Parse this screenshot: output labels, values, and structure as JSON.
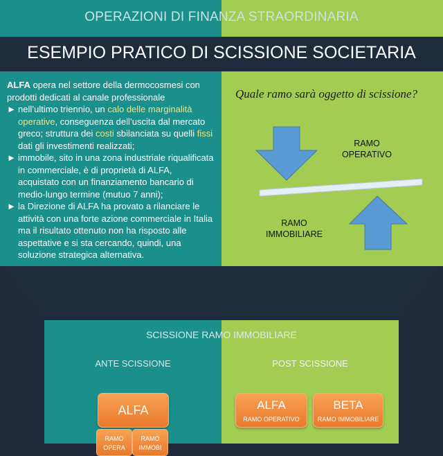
{
  "header": {
    "title": "OPERAZIONI DI FINANZA STRAORDINARIA"
  },
  "main_title": "ESEMPIO PRATICO DI SCISSIONE SOCIETARIA",
  "intro": {
    "company": "ALFA",
    "text": " opera nel settore della dermocosmesi con prodotti dedicati al canale professionale"
  },
  "bullets": {
    "marker": "►",
    "b1_part1": "nell’ultimo triennio, un ",
    "b1_hl1": "calo delle marginalità operative",
    "b1_part2": ", conseguenza dell’uscita dal mercato greco; struttura dei ",
    "b1_hl2": "costi",
    "b1_part3": " sbilanciata su quelli ",
    "b1_hl3": "fissi",
    "b1_part4": " dati gli investimenti realizzati;",
    "b2": "immobile, sito in una zona industriale riqualificata in commerciale, è di proprietà di ALFA, acquistato con un finanziamento bancario di medio-lungo termine (mutuo 7 anni);",
    "b3": "la Direzione di ALFA ha provato a rilanciare le attività con una forte azione commerciale in Italia ma il risultato ottenuto non ha risposto alle aspettative e si sta cercando, quindi, una soluzione strategica alternativa."
  },
  "question": "Quale ramo sarà oggetto di scissione?",
  "labels": {
    "ramo_operativo": "RAMO OPERATIVO",
    "ramo_immobiliare": "RAMO IMMOBILIARE"
  },
  "bottom": {
    "title": "SCISSIONE RAMO IMMOBILIARE",
    "ante": "ANTE SCISSIONE",
    "post": "POST SCISSIONE",
    "alfa": "ALFA",
    "beta": "BETA",
    "alfa_sub": "RAMO OPERATIVO",
    "beta_sub": "RAMO IMMOBILIARE",
    "sub_op": "RAMO OPERA",
    "sub_imm": "RAMO IMMOBI"
  },
  "colors": {
    "teal": "#1b8f8b",
    "green": "#a3cc53",
    "navy": "#1f2a3b",
    "orange": "#f08a3c",
    "arrow_blue": "#5b9bd5",
    "highlight": "#f5e27a"
  },
  "icons": [
    "arrow-down-icon",
    "arrow-up-icon"
  ]
}
